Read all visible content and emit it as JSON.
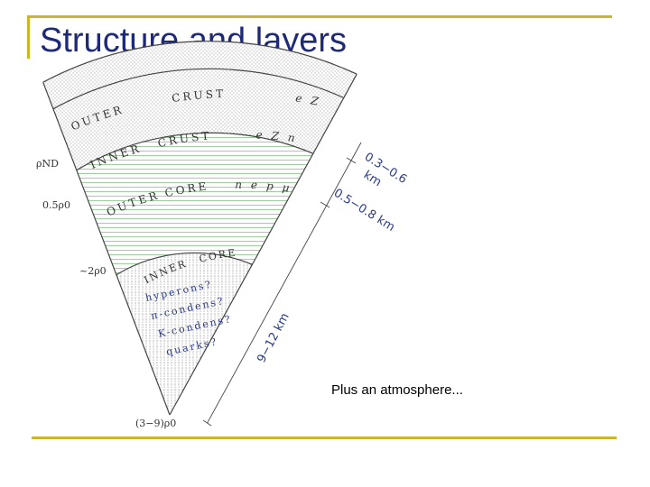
{
  "slide": {
    "title": "Structure and layers",
    "caption": "Plus an atmosphere..."
  },
  "diagram": {
    "layers": {
      "outer_crust": {
        "word1": "OUTER",
        "word2": "CRUST",
        "composition": "e Z"
      },
      "inner_crust": {
        "word1": "INNER",
        "word2": "CRUST",
        "composition": "e Z n"
      },
      "outer_core": {
        "word1": "OUTER",
        "word2": "CORE",
        "composition": "n e p μ"
      },
      "inner_core": {
        "word1": "INNER",
        "word2": "CORE",
        "candidates": [
          "hyperons?",
          "π-condens?",
          "K-condens?",
          "quarks?"
        ]
      }
    },
    "densities": {
      "neutron_drip": "ρND",
      "outer_core_edge": "0.5ρ0",
      "inner_core_edge": "~2ρ0",
      "center": "(3−9)ρ0"
    },
    "dimensions": {
      "crust": [
        "0.3−0.6",
        "km"
      ],
      "outer_core": "0.5−0.8 km",
      "radius": "9−12 km"
    },
    "colors": {
      "crust_dots": "#bcbcbc",
      "outer_core_lines": "#9fcf9f",
      "inner_core_lines": "#aaaaaa",
      "dimension_text": "#2a3b88",
      "accent_rule": "#c9b62a",
      "title": "#1e2a78"
    }
  }
}
